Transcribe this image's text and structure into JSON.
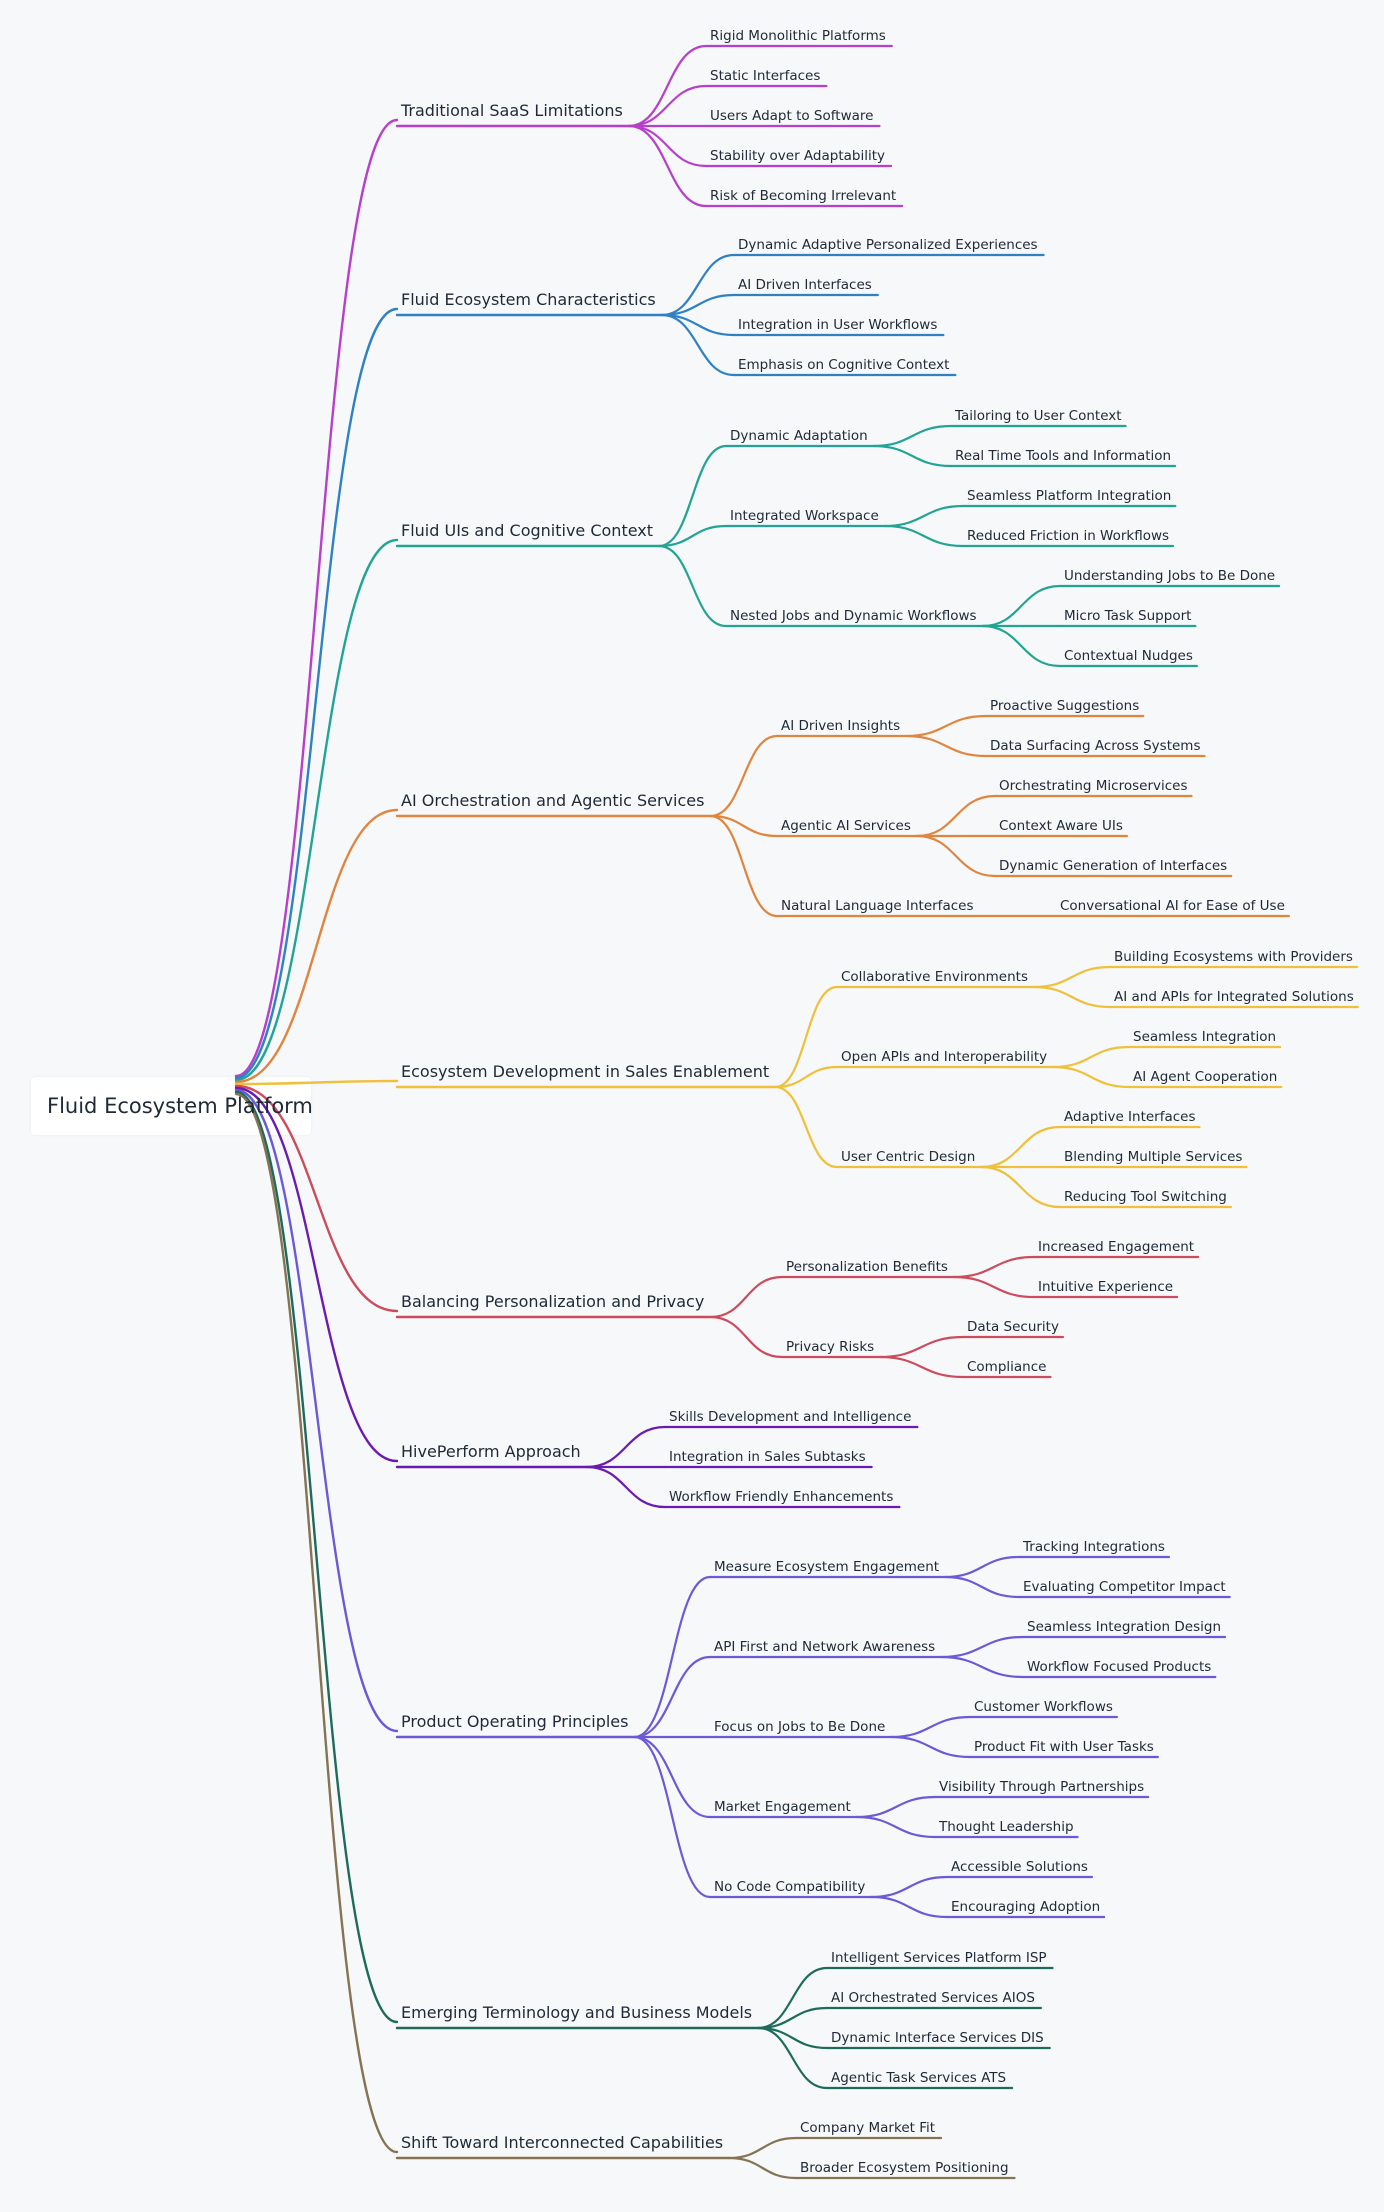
{
  "root": "Fluid Ecosystem Platform",
  "branches": [
    {
      "label": "Traditional SaaS Limitations",
      "color": "#b83fc9",
      "children": [
        {
          "label": "Rigid Monolithic Platforms"
        },
        {
          "label": "Static Interfaces"
        },
        {
          "label": "Users Adapt to Software"
        },
        {
          "label": "Stability over Adaptability"
        },
        {
          "label": "Risk of Becoming Irrelevant"
        }
      ]
    },
    {
      "label": "Fluid Ecosystem Characteristics",
      "color": "#2f81c4",
      "children": [
        {
          "label": "Dynamic Adaptive Personalized Experiences"
        },
        {
          "label": "AI Driven Interfaces"
        },
        {
          "label": "Integration in User Workflows"
        },
        {
          "label": "Emphasis on Cognitive Context"
        }
      ]
    },
    {
      "label": "Fluid UIs and Cognitive Context",
      "color": "#22a495",
      "children": [
        {
          "label": "Dynamic Adaptation",
          "children": [
            "Tailoring to User Context",
            "Real Time Tools and Information"
          ]
        },
        {
          "label": "Integrated Workspace",
          "children": [
            "Seamless Platform Integration",
            "Reduced Friction in Workflows"
          ]
        },
        {
          "label": "Nested Jobs and Dynamic Workflows",
          "children": [
            "Understanding Jobs to Be Done",
            "Micro Task Support",
            "Contextual Nudges"
          ]
        }
      ]
    },
    {
      "label": "AI Orchestration and Agentic Services",
      "color": "#e0853e",
      "children": [
        {
          "label": "AI Driven Insights",
          "children": [
            "Proactive Suggestions",
            "Data Surfacing Across Systems"
          ]
        },
        {
          "label": "Agentic AI Services",
          "children": [
            "Orchestrating Microservices",
            "Context Aware UIs",
            "Dynamic Generation of Interfaces"
          ]
        },
        {
          "label": "Natural Language Interfaces",
          "children": [
            "Conversational AI for Ease of Use"
          ]
        }
      ]
    },
    {
      "label": "Ecosystem Development in Sales Enablement",
      "color": "#f0c03c",
      "children": [
        {
          "label": "Collaborative Environments",
          "children": [
            "Building Ecosystems with Providers",
            "AI and APIs for Integrated Solutions"
          ]
        },
        {
          "label": "Open APIs and Interoperability",
          "children": [
            "Seamless Integration",
            "AI Agent Cooperation"
          ]
        },
        {
          "label": "User Centric Design",
          "children": [
            "Adaptive Interfaces",
            "Blending Multiple Services",
            "Reducing Tool Switching"
          ]
        }
      ]
    },
    {
      "label": "Balancing Personalization and Privacy",
      "color": "#cc4b5c",
      "children": [
        {
          "label": "Personalization Benefits",
          "children": [
            "Increased Engagement",
            "Intuitive Experience"
          ]
        },
        {
          "label": "Privacy Risks",
          "children": [
            "Data Security",
            "Compliance"
          ]
        }
      ]
    },
    {
      "label": "HivePerform Approach",
      "color": "#6a1bb0",
      "children": [
        {
          "label": "Skills Development and Intelligence"
        },
        {
          "label": "Integration in Sales Subtasks"
        },
        {
          "label": "Workflow Friendly Enhancements"
        }
      ]
    },
    {
      "label": "Product Operating Principles",
      "color": "#6a5ad6",
      "children": [
        {
          "label": "Measure Ecosystem Engagement",
          "children": [
            "Tracking Integrations",
            "Evaluating Competitor Impact"
          ]
        },
        {
          "label": "API First and Network Awareness",
          "children": [
            "Seamless Integration Design",
            "Workflow Focused Products"
          ]
        },
        {
          "label": "Focus on Jobs to Be Done",
          "children": [
            "Customer Workflows",
            "Product Fit with User Tasks"
          ]
        },
        {
          "label": "Market Engagement",
          "children": [
            "Visibility Through Partnerships",
            "Thought Leadership"
          ]
        },
        {
          "label": "No Code Compatibility",
          "children": [
            "Accessible Solutions",
            "Encouraging Adoption"
          ]
        }
      ]
    },
    {
      "label": "Emerging Terminology and Business Models",
      "color": "#1f6b5a",
      "children": [
        {
          "label": "Intelligent Services Platform ISP"
        },
        {
          "label": "AI Orchestrated Services AIOS"
        },
        {
          "label": "Dynamic Interface Services DIS"
        },
        {
          "label": "Agentic Task Services ATS"
        }
      ]
    },
    {
      "label": "Shift Toward Interconnected Capabilities",
      "color": "#857353",
      "children": [
        {
          "label": "Company Market Fit"
        },
        {
          "label": "Broader Ecosystem Positioning"
        }
      ]
    }
  ]
}
